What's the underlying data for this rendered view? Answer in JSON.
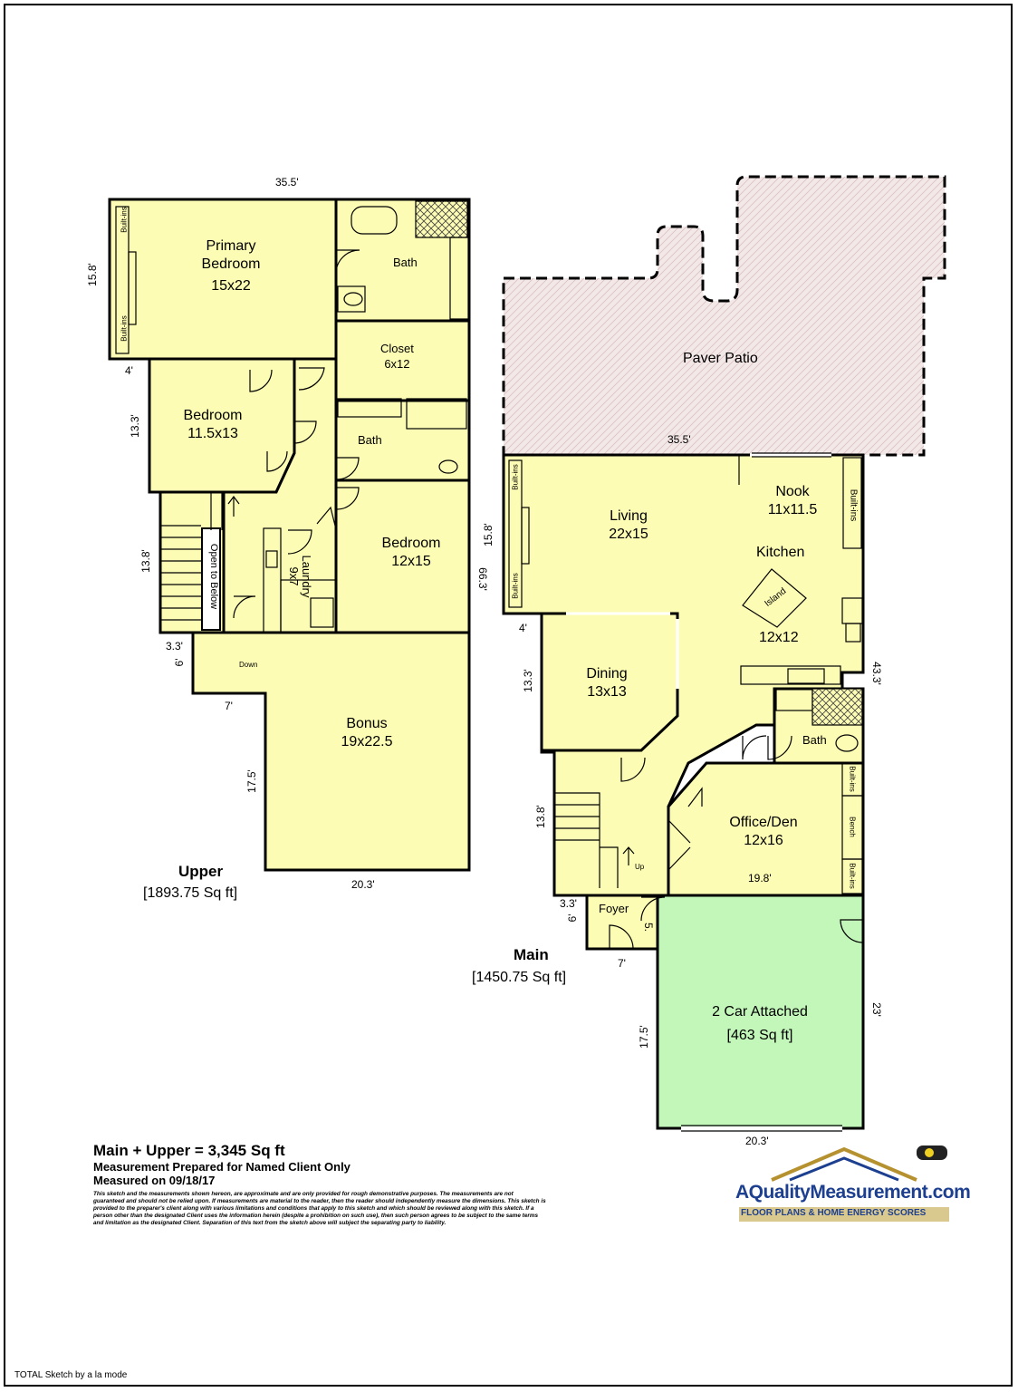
{
  "upper": {
    "title": "Upper",
    "area": "[1893.75 Sq ft]",
    "rooms": {
      "primary_bedroom_name": "Primary",
      "primary_bedroom_name2": "Bedroom",
      "primary_bedroom_size": "15x22",
      "bath1": "Bath",
      "closet": "Closet",
      "closet_size": "6x12",
      "bedroom2_name": "Bedroom",
      "bedroom2_size": "11.5x13",
      "bath2": "Bath",
      "bedroom3_name": "Bedroom",
      "bedroom3_size": "12x15",
      "laundry": "Laundry",
      "laundry_size": "9x7",
      "open_to_below": "Open to Below",
      "down": "Down",
      "bonus": "Bonus",
      "bonus_size": "19x22.5",
      "builtins_a": "Built-ins",
      "builtins_b": "Built-ins"
    },
    "dims": {
      "top": "35.5'",
      "left_primary": "15.8'",
      "step_4": "4'",
      "left_bedroom": "13.3'",
      "left_stairs": "13.8'",
      "right": "66.3'",
      "step_33": "3.3'",
      "step_6": "6'",
      "step_7": "7'",
      "left_bonus": "17.5'",
      "bottom": "20.3'"
    }
  },
  "main": {
    "title": "Main",
    "area": "[1450.75 Sq ft]",
    "rooms": {
      "patio": "Paver Patio",
      "living": "Living",
      "living_size": "22x15",
      "nook": "Nook",
      "nook_size": "11x11.5",
      "kitchen": "Kitchen",
      "island": "Island",
      "kitchen_size": "12x12",
      "dining": "Dining",
      "dining_size": "13x13",
      "bath": "Bath",
      "office": "Office/Den",
      "office_size": "12x16",
      "foyer": "Foyer",
      "up": "Up",
      "garage": "2 Car Attached",
      "garage_area": "[463 Sq ft]",
      "builtins_a": "Built-ins",
      "builtins_b": "Built-ins",
      "builtins_c": "Built-ins",
      "builtins_d": "Built-ins",
      "builtins_e": "Built-ins",
      "bench": "Bench"
    },
    "dims": {
      "top": "35.5'",
      "left_living": "15.8'",
      "step_4": "4'",
      "left_dining": "13.3'",
      "left_stairs": "13.8'",
      "right": "43.3'",
      "office_width": "19.8'",
      "step_33": "3.3'",
      "step_6": "6'",
      "step_5": "5.",
      "step_7": "7'",
      "garage_left": "17.5'",
      "garage_right": "23'",
      "bottom": "20.3'"
    }
  },
  "summary": {
    "total": "Main + Upper = 3,345 Sq ft",
    "prepared": "Measurement Prepared for Named Client Only",
    "measured": "Measured on 09/18/17",
    "disclaimer": "This sketch and the measurements shown hereon, are approximate and are only provided for rough demonstrative purposes. The measurements are not guaranteed and should not be relied upon.  If measurements are material to the reader, then the reader should independently measure the dimensions.  This sketch is provided to the preparer's client along with various limitations and conditions that apply to this sketch and which should be reviewed along with this sketch.  If a person other than the designated Client uses the information herein (despite a prohibition on such use), then such person agrees to be subject to the same terms and limitation as the designated Client.  Separation of this text from the sketch above will subject the separating party to liability."
  },
  "logo": {
    "brand": "AQualityMeasurement.com",
    "tagline": "FLOOR PLANS & HOME ENERGY SCORES"
  },
  "footer": "TOTAL Sketch by a la mode",
  "colors": {
    "room_fill": "#fcfcb4",
    "garage_fill": "#c2f7b9",
    "patio_fill": "#ecd5d5",
    "wall": "#000000"
  }
}
